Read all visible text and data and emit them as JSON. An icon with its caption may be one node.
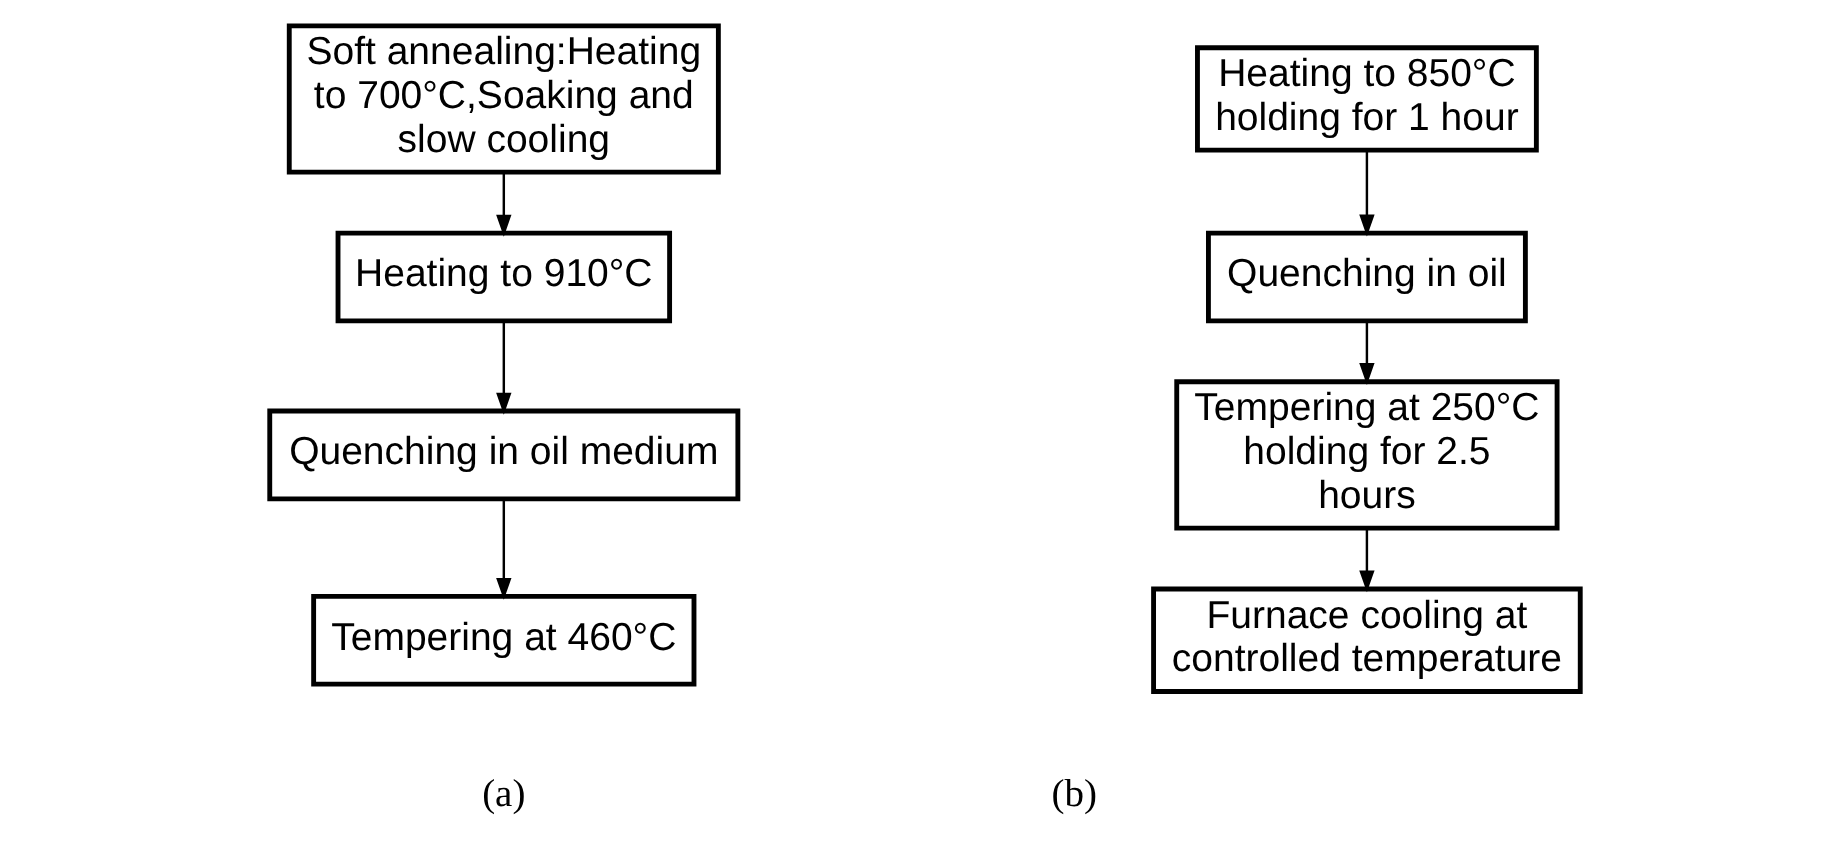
{
  "diagram": {
    "nodes": [
      {
        "text": [
          "Soft annealing:Heating to 700°C,Soaking and slow cooling"
        ]
      },
      {
        "text": [
          "Heating to 910°C"
        ]
      },
      {
        "text": [
          "Quenching in oil medium"
        ]
      },
      {
        "text": [
          "Tempering at 460°C"
        ]
      },
      {
        "text": [
          "Heating to 850°C holding for 1 hour"
        ]
      },
      {
        "text": [
          "Quenching in oil"
        ]
      },
      {
        "text": [
          "Tempering at 250°C holding for 2.5 hours"
        ]
      },
      {
        "text": [
          "Furnace cooling at controlled temperature"
        ]
      }
    ],
    "edges": [
      {
        "from": 0,
        "to": 1,
        "arrow": "to"
      },
      {
        "from": 1,
        "to": 2,
        "arrow": "to"
      },
      {
        "from": 2,
        "to": 3,
        "arrow": "to"
      },
      {
        "from": 4,
        "to": 5,
        "arrow": "to"
      },
      {
        "from": 5,
        "to": 6,
        "arrow": "to"
      },
      {
        "from": 6,
        "to": 7,
        "arrow": "to"
      }
    ],
    "labels": [
      "(a)",
      "(b)"
    ]
  }
}
